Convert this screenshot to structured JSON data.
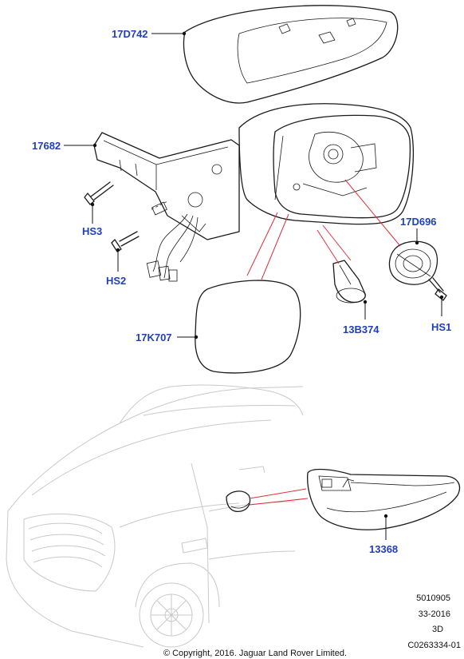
{
  "callouts": {
    "mirror_cover": "17D742",
    "mirror_bracket": "17682",
    "screw_hs3": "HS3",
    "screw_hs2": "HS2",
    "mirror_glass": "17K707",
    "puddle_lamp": "13B374",
    "mirror_motor": "17D696",
    "screw_hs1": "HS1",
    "side_repeater": "13368"
  },
  "reference": {
    "line1": "5010905",
    "line2": "33-2016",
    "line3": "3D",
    "line4": "C0263334-01"
  },
  "copyright": "© Copyright, 2016. Jaguar Land Rover Limited.",
  "colors": {
    "callout_text": "#1f3fbf",
    "pointer_lines": "#e0303a",
    "line_art": "#1a1a1a",
    "vehicle_ghost": "#c9c9c9"
  }
}
